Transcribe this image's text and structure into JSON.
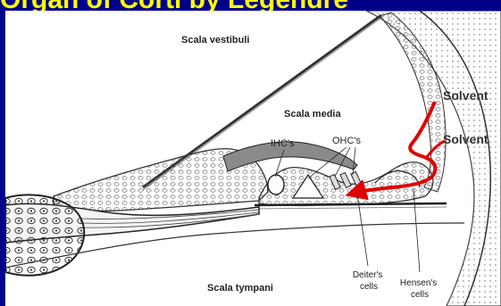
{
  "slide": {
    "title": "Organ of Corti by Legendre"
  },
  "diagram": {
    "labels": {
      "scala_vestibuli": "Scala vestibuli",
      "scala_media": "Scala media",
      "scala_tympani": "Scala tympani",
      "ihc": "IHC's",
      "ohc": "OHC's",
      "deiters": [
        "Deiter's",
        "cells"
      ],
      "hensens": [
        "Hensen's",
        "cells"
      ],
      "solvent_top": "Solvent",
      "solvent_bottom": "Solvent"
    },
    "colors": {
      "background": "#00008a",
      "title": "#ffff00",
      "figure": "#ffffff",
      "ink": "#222222",
      "solvent_path": "#e00000"
    }
  }
}
